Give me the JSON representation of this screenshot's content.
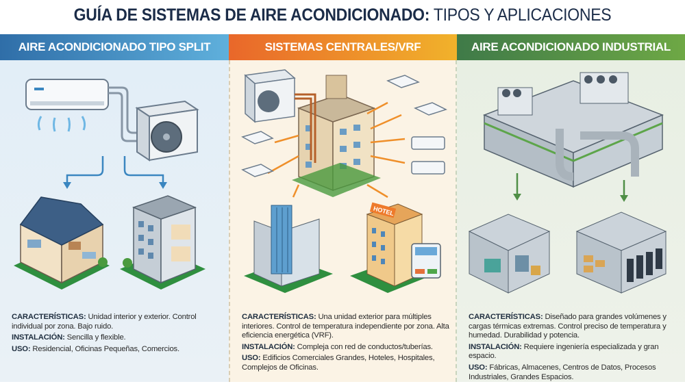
{
  "title": {
    "bold": "GUÍA DE SISTEMAS DE AIRE ACONDICIONADO:",
    "light": "TIPOS Y APLICACIONES"
  },
  "colors": {
    "split": "#3a86c0",
    "central": "#ec8a2a",
    "industrial": "#4f8e46",
    "title": "#1b2c48"
  },
  "panels": [
    {
      "heading": "AIRE ACONDICIONADO TIPO SPLIT",
      "illustrations": [
        "indoor-split-unit",
        "outdoor-condenser",
        "house-cutaway",
        "office-building"
      ],
      "caracteristicas_label": "CARACTERÍSTICAS:",
      "caracteristicas": "Unidad interior y exterior. Control individual por zona. Bajo ruido.",
      "instalacion_label": "INSTALACIÓN:",
      "instalacion": "Sencilla y flexible.",
      "uso_label": "USO:",
      "uso": "Residencial, Oficinas Pequeñas, Comercios."
    },
    {
      "heading": "SISTEMAS CENTRALES/VRF",
      "illustrations": [
        "outdoor-vrf-unit",
        "multi-storey-building",
        "cassette-units",
        "glass-tower",
        "hotel"
      ],
      "hotel_sign": "HOTEL",
      "caracteristicas_label": "CARACTERÍSTICAS:",
      "caracteristicas": "Una unidad exterior para múltiples interiores. Control de temperatura independiente por zona. Alta eficiencia energética (VRF).",
      "instalacion_label": "INSTALACIÓN:",
      "instalacion": "Compleja con red de conductos/tuberías.",
      "uso_label": "USO:",
      "uso": "Edificios Comerciales Grandes, Hoteles, Hospitales, Complejos de Oficinas."
    },
    {
      "heading": "AIRE ACONDICIONADO INDUSTRIAL",
      "illustrations": [
        "industrial-chiller-plant",
        "factory-interior",
        "warehouse-data-center"
      ],
      "caracteristicas_label": "CARACTERÍSTICAS:",
      "caracteristicas": "Diseñado para grandes volúmenes y cargas térmicas extremas. Control preciso de temperatura y humedad. Durabilidad y potencia.",
      "instalacion_label": "INSTALACIÓN:",
      "instalacion": "Requiere ingeniería especializada y gran espacio.",
      "uso_label": "USO:",
      "uso": "Fábricas, Almacenes, Centros de Datos, Procesos Industriales, Grandes Espacios."
    }
  ]
}
